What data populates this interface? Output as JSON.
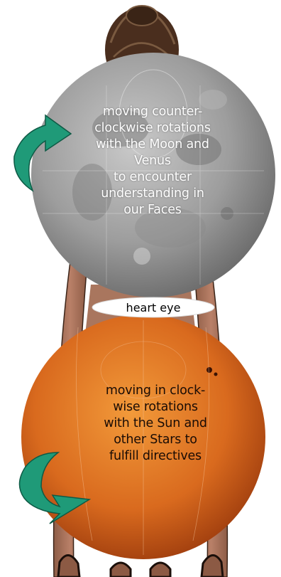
{
  "moon": {
    "lines": [
      "moving counter-",
      "clockwise rotations",
      "with the Moon and",
      "Venus",
      "to encounter",
      "understanding in",
      "our Faces"
    ],
    "color": "#8f8f8f"
  },
  "heart": {
    "label": "heart eye"
  },
  "sun": {
    "lines": [
      "moving in clock-",
      "wise rotations",
      "with the Sun and",
      "other Stars to",
      "fulfill directives"
    ],
    "color": "#d66a1f"
  },
  "arrow_color": "#1f9a78",
  "skin_color": "#a5725a",
  "hair_color": "#4a2e1e"
}
